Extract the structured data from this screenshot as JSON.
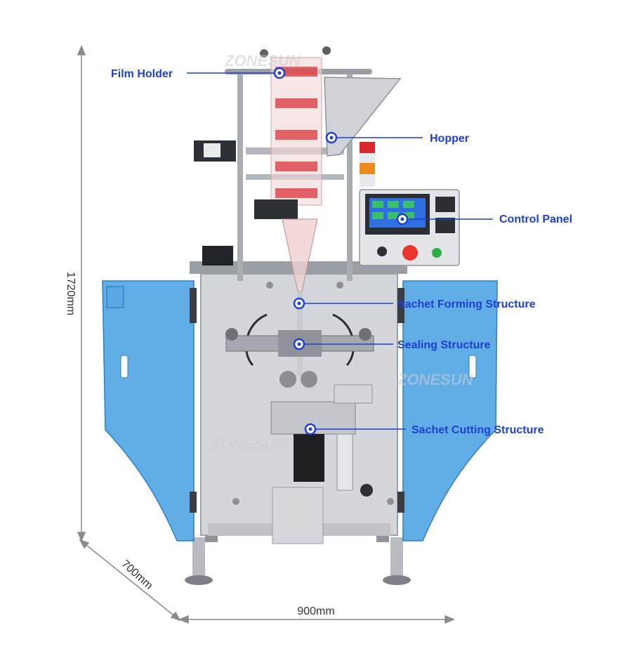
{
  "callouts": [
    {
      "id": "film-holder",
      "label": "Film Holder"
    },
    {
      "id": "hopper",
      "label": "Hopper"
    },
    {
      "id": "control-panel",
      "label": "Control Panel"
    },
    {
      "id": "sachet-forming-structure",
      "label": "Sachet Forming Structure"
    },
    {
      "id": "sealing-structure",
      "label": "Sealing Structure"
    },
    {
      "id": "sachet-cutting-structure",
      "label": "Sachet Cutting Structure"
    }
  ],
  "dimensions": {
    "height": "1720mm",
    "depth": "700mm",
    "width": "900mm"
  },
  "watermark": "ZONESUN",
  "colors": {
    "callout": "#1f3fd0",
    "panel_blue": "#3e9be0",
    "steel": "#c8cbd0",
    "red_button": "#e8332a",
    "green_button": "#2fae4a"
  }
}
